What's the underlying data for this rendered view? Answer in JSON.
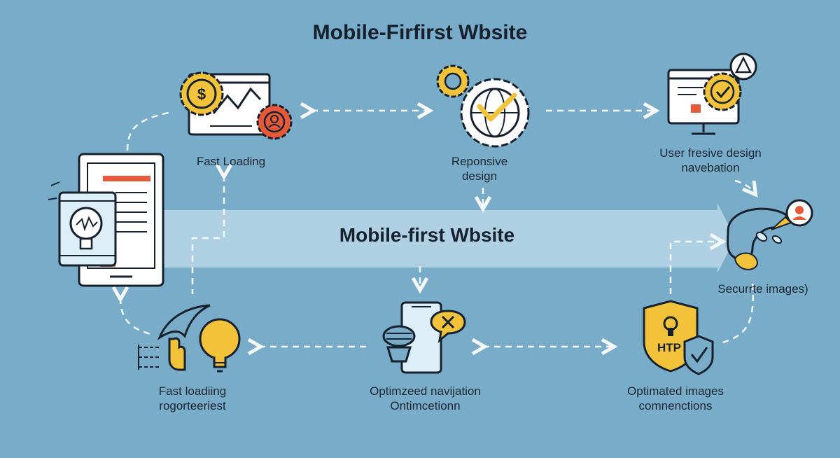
{
  "title": "Mobile-Firfirst Wbsite",
  "banner": {
    "text": "Mobile-first Wbsite"
  },
  "nodes": {
    "fast_loading_top": {
      "label": "Fast Loading"
    },
    "responsive_design": {
      "line1": "Reponsive",
      "line2": "design"
    },
    "user_navigation": {
      "line1": "User fresive design",
      "line2": "navebation"
    },
    "secure_images": {
      "label": "Securrte images)"
    },
    "optimated_images": {
      "line1": "Optimated images",
      "line2": "comnenctions"
    },
    "optimized_navigation": {
      "line1": "Optimzeed navijation",
      "line2": "Ontimcetionn"
    },
    "fast_loading_bottom": {
      "line1": "Fast loadiing",
      "line2": "rogorteeriest"
    }
  },
  "shield_badge": {
    "text": "HTP"
  },
  "colors": {
    "background": "#78acc9",
    "ink": "#17212d",
    "accent_yellow": "#f2c23b",
    "accent_red": "#e65a3a",
    "arrow_white": "#f4f8fb",
    "screen_fill": "#dceef8"
  },
  "icons": [
    "gear-dollar-icon",
    "chart-window-icon",
    "gear-person-icon",
    "globe-gear-icon",
    "checkmark-icon",
    "monitor-check-icon",
    "warning-triangle-icon",
    "tablet-icon",
    "phone-icon",
    "lightbulb-icon",
    "chat-bubble-icon",
    "user-avatar-icon",
    "hand-icon",
    "shield-lock-icon",
    "shield-check-icon",
    "phone-robot-icon",
    "chat-x-icon"
  ]
}
